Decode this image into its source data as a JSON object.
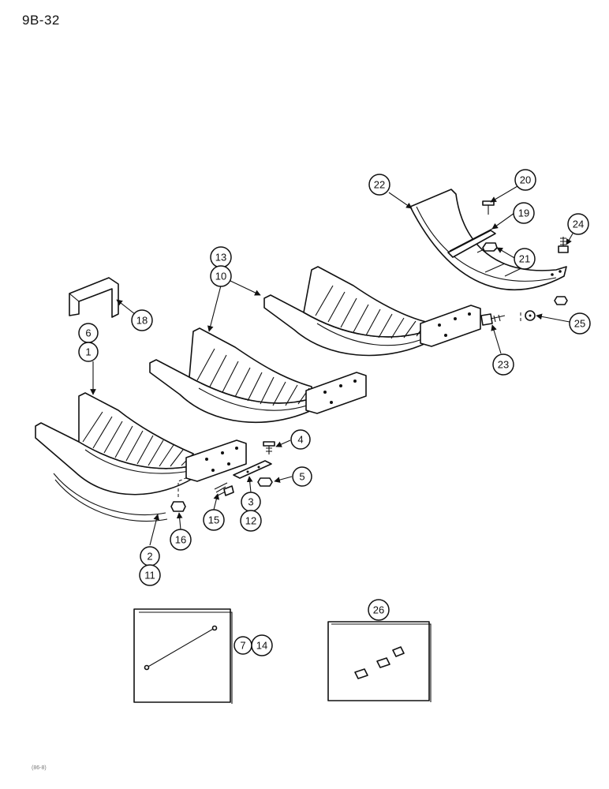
{
  "page_code": "9B-32",
  "footer_code": "(86-8)",
  "callouts": {
    "c1": "1",
    "c2": "2",
    "c3": "3",
    "c4": "4",
    "c5": "5",
    "c6": "6",
    "c7": "7",
    "c10": "10",
    "c11": "11",
    "c12": "12",
    "c13": "13",
    "c14": "14",
    "c15": "15",
    "c16": "16",
    "c18": "18",
    "c19": "19",
    "c20": "20",
    "c21": "21",
    "c22": "22",
    "c23": "23",
    "c24": "24",
    "c25": "25",
    "c26": "26"
  }
}
